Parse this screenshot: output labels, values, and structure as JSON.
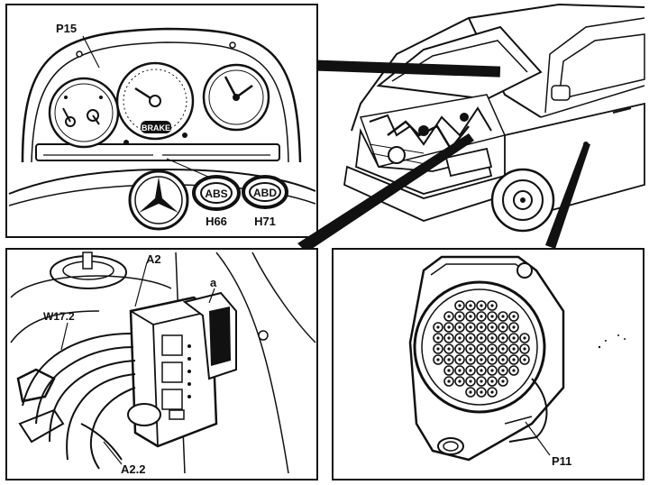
{
  "colors": {
    "ink": "#111111",
    "paper": "#ffffff"
  },
  "panels": {
    "cluster": {
      "label_p15": "P15",
      "lamp_abs": "ABS",
      "lamp_abd": "ABD",
      "label_h66": "H66",
      "label_h71": "H71",
      "speedo_text": "BRAKE"
    },
    "abs_unit": {
      "label_a2": "A2",
      "label_a": "a",
      "label_w172": "W17.2",
      "label_a22": "A2.2"
    },
    "connector": {
      "label_p11": "P11"
    }
  }
}
